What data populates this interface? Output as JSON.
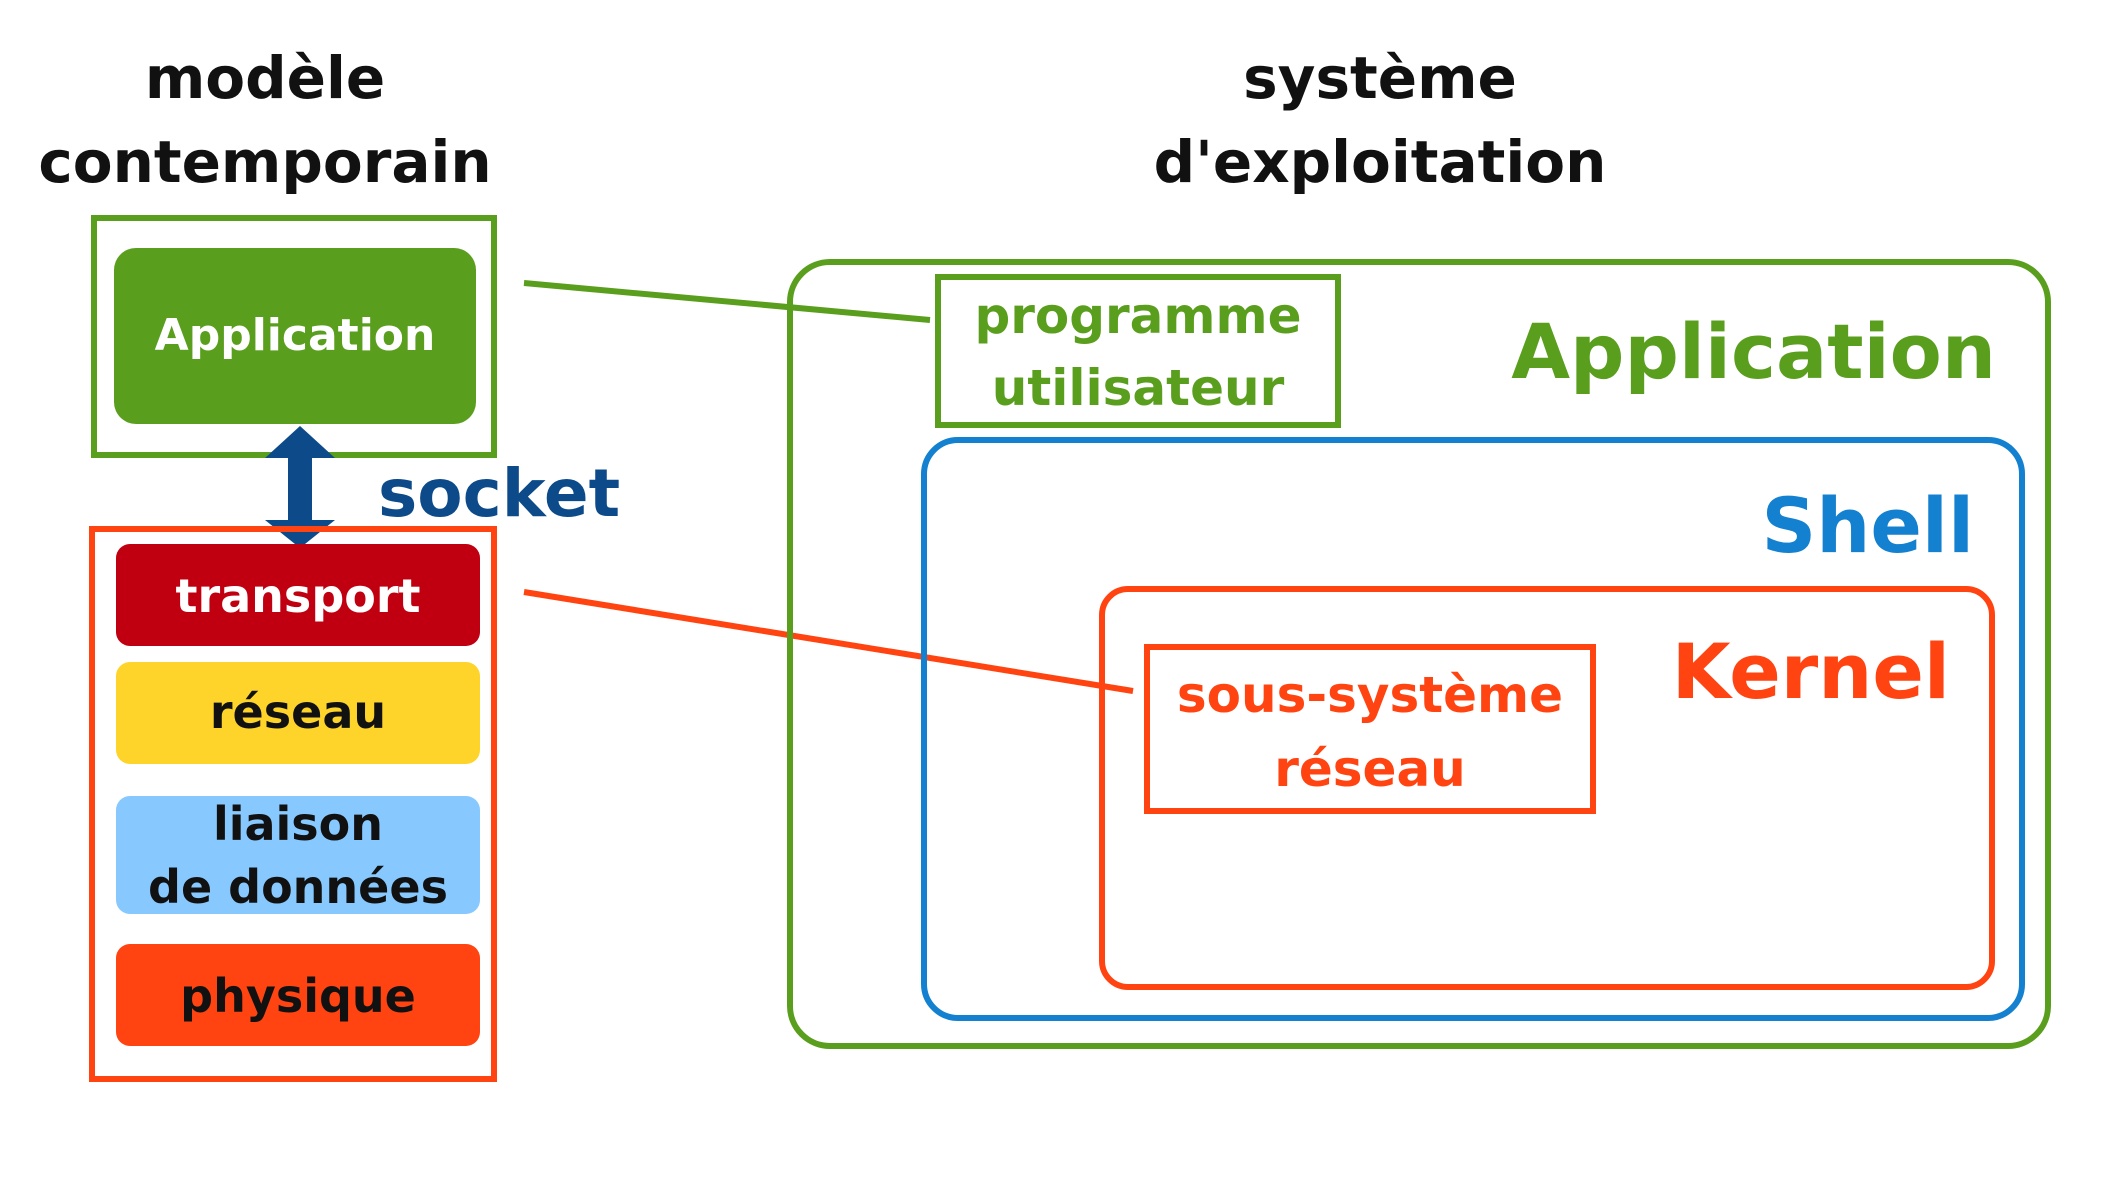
{
  "left_title": {
    "line1": "modèle",
    "line2": "contemporain"
  },
  "right_title": {
    "line1": "système",
    "line2": "d'exploitation"
  },
  "model": {
    "application_label": "Application",
    "socket_label": "socket",
    "layers": [
      {
        "label": "transport",
        "color": "#c00010",
        "text_color": "#ffffff"
      },
      {
        "label": "réseau",
        "color": "#ffd42a",
        "text_color": "#111111"
      },
      {
        "label_line1": "liaison",
        "label_line2": "de données",
        "color": "#87c9ff",
        "text_color": "#111111"
      },
      {
        "label": "physique",
        "color": "#ff4411",
        "text_color": "#111111"
      }
    ]
  },
  "os": {
    "application_label": "Application",
    "shell_label": "Shell",
    "kernel_label": "Kernel",
    "user_program": {
      "line1": "programme",
      "line2": "utilisateur"
    },
    "network_subsystem": {
      "line1": "sous-système",
      "line2": "réseau"
    }
  },
  "colors": {
    "green": "#5a9e1e",
    "blue": "#1380d0",
    "orange_red": "#ff4411",
    "dark_red": "#c00010",
    "navy": "#0d4a8a"
  }
}
